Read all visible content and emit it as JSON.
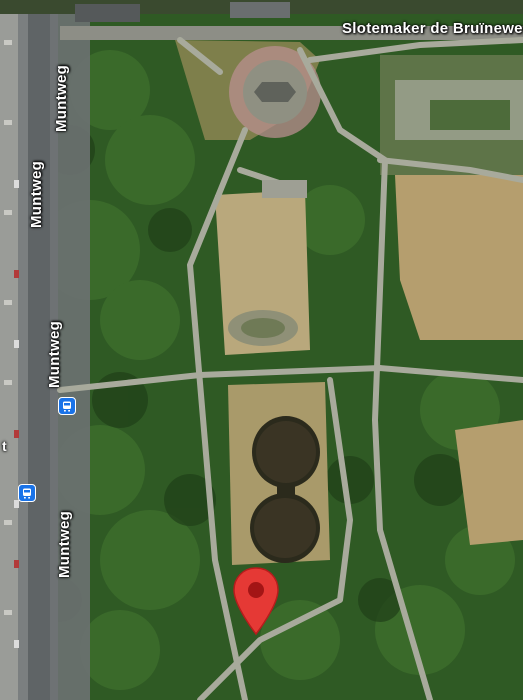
{
  "streets": {
    "north": "Slotemaker de Bruïneweg",
    "west_1": "Muntweg",
    "west_2": "Muntweg",
    "west_3": "Muntweg",
    "west_4": "Muntweg"
  },
  "edge_text": "t",
  "icons": {
    "transit": "bus-stop-icon",
    "pin": "location-pin-icon"
  },
  "colors": {
    "pin": "#e53935",
    "bus_stop": "#1a73e8",
    "path": "#a8aa9c",
    "trees": "#2f5a24",
    "grass": "#b9a87c"
  }
}
